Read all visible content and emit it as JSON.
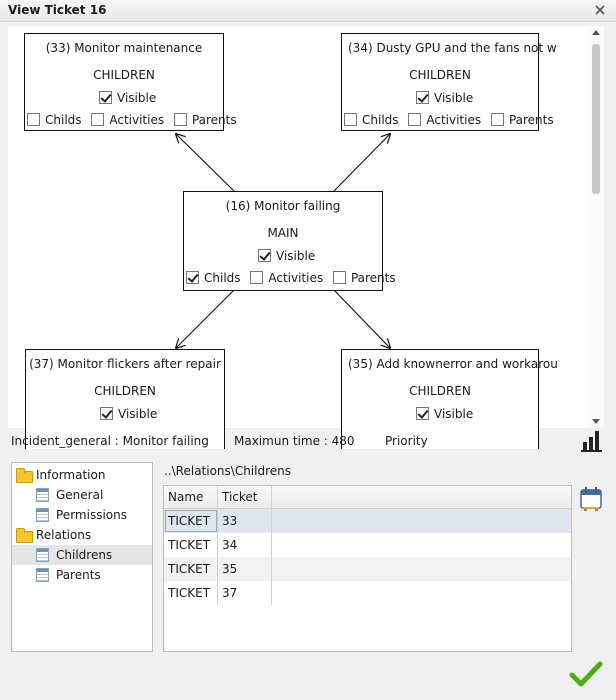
{
  "window": {
    "title": "View Ticket 16"
  },
  "diagram": {
    "nodes": [
      {
        "id": "n33",
        "title": "(33) Monitor maintenance",
        "role": "CHILDREN",
        "visible_label": "Visible",
        "visible": true,
        "options": [
          {
            "label": "Childs",
            "checked": false
          },
          {
            "label": "Activities",
            "checked": false
          },
          {
            "label": "Parents",
            "checked": false
          }
        ]
      },
      {
        "id": "n34",
        "title": "(34) Dusty GPU and the fans not w",
        "role": "CHILDREN",
        "visible_label": "Visible",
        "visible": true,
        "options": [
          {
            "label": "Childs",
            "checked": false
          },
          {
            "label": "Activities",
            "checked": false
          },
          {
            "label": "Parents",
            "checked": false
          }
        ]
      },
      {
        "id": "n16",
        "title": "(16) Monitor failing",
        "role": "MAIN",
        "visible_label": "Visible",
        "visible": true,
        "options": [
          {
            "label": "Childs",
            "checked": true
          },
          {
            "label": "Activities",
            "checked": false
          },
          {
            "label": "Parents",
            "checked": false
          }
        ]
      },
      {
        "id": "n37",
        "title": "(37) Monitor flickers after repair",
        "role": "CHILDREN",
        "visible_label": "Visible",
        "visible": true,
        "options": []
      },
      {
        "id": "n35",
        "title": "(35) Add knownerror and workarou",
        "role": "CHILDREN",
        "visible_label": "Visible",
        "visible": true,
        "options": []
      }
    ]
  },
  "info": {
    "incident": "Incident_general : Monitor failing",
    "max_time": "Maximun time : 480",
    "priority": "Priority"
  },
  "tree": {
    "items": [
      {
        "label": "Information",
        "icon": "folder-icon"
      },
      {
        "label": "General",
        "icon": "sheet-icon"
      },
      {
        "label": "Permissions",
        "icon": "sheet-icon"
      },
      {
        "label": "Relations",
        "icon": "folder-icon"
      },
      {
        "label": "Childrens",
        "icon": "sheet-icon",
        "selected": true
      },
      {
        "label": "Parents",
        "icon": "sheet-icon"
      }
    ]
  },
  "path": "..\\Relations\\Childrens",
  "grid": {
    "columns": [
      "Name",
      "Ticket"
    ],
    "rows": [
      [
        "TICKET",
        "33"
      ],
      [
        "TICKET",
        "34"
      ],
      [
        "TICKET",
        "35"
      ],
      [
        "TICKET",
        "37"
      ]
    ]
  },
  "colors": {
    "ok_green": "#4caf1a",
    "folder_yellow": "#f4c431",
    "selection": "#dfe6ef"
  }
}
